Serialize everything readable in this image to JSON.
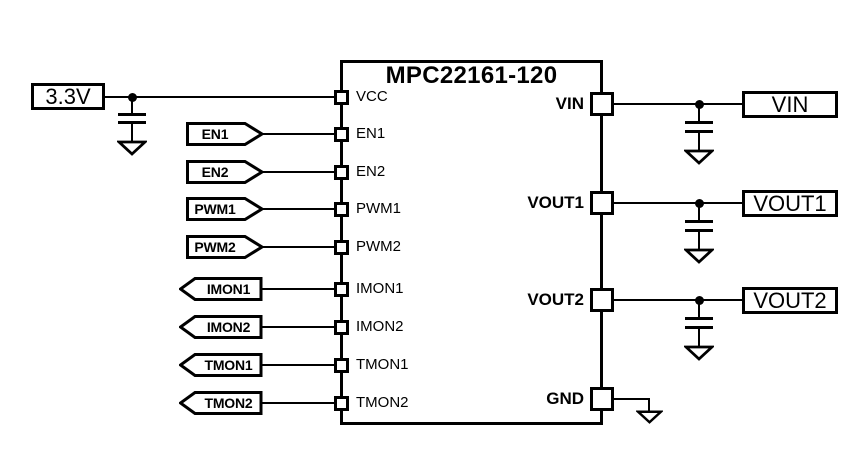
{
  "colors": {
    "ink": "#000000",
    "background": "#ffffff"
  },
  "ic": {
    "title": "MPC22161-120",
    "left_pins": [
      {
        "label": "VCC"
      },
      {
        "label": "EN1"
      },
      {
        "label": "EN2"
      },
      {
        "label": "PWM1"
      },
      {
        "label": "PWM2"
      },
      {
        "label": "IMON1"
      },
      {
        "label": "IMON2"
      },
      {
        "label": "TMON1"
      },
      {
        "label": "TMON2"
      }
    ],
    "right_pins": [
      {
        "label": "VIN"
      },
      {
        "label": "VOUT1"
      },
      {
        "label": "VOUT2"
      },
      {
        "label": "GND"
      }
    ]
  },
  "supply": {
    "label": "3.3V"
  },
  "signal_flags": {
    "inputs": [
      {
        "label": "EN1"
      },
      {
        "label": "EN2"
      },
      {
        "label": "PWM1"
      },
      {
        "label": "PWM2"
      }
    ],
    "outputs": [
      {
        "label": "IMON1"
      },
      {
        "label": "IMON2"
      },
      {
        "label": "TMON1"
      },
      {
        "label": "TMON2"
      }
    ]
  },
  "net_labels": [
    {
      "label": "VIN"
    },
    {
      "label": "VOUT1"
    },
    {
      "label": "VOUT2"
    }
  ]
}
